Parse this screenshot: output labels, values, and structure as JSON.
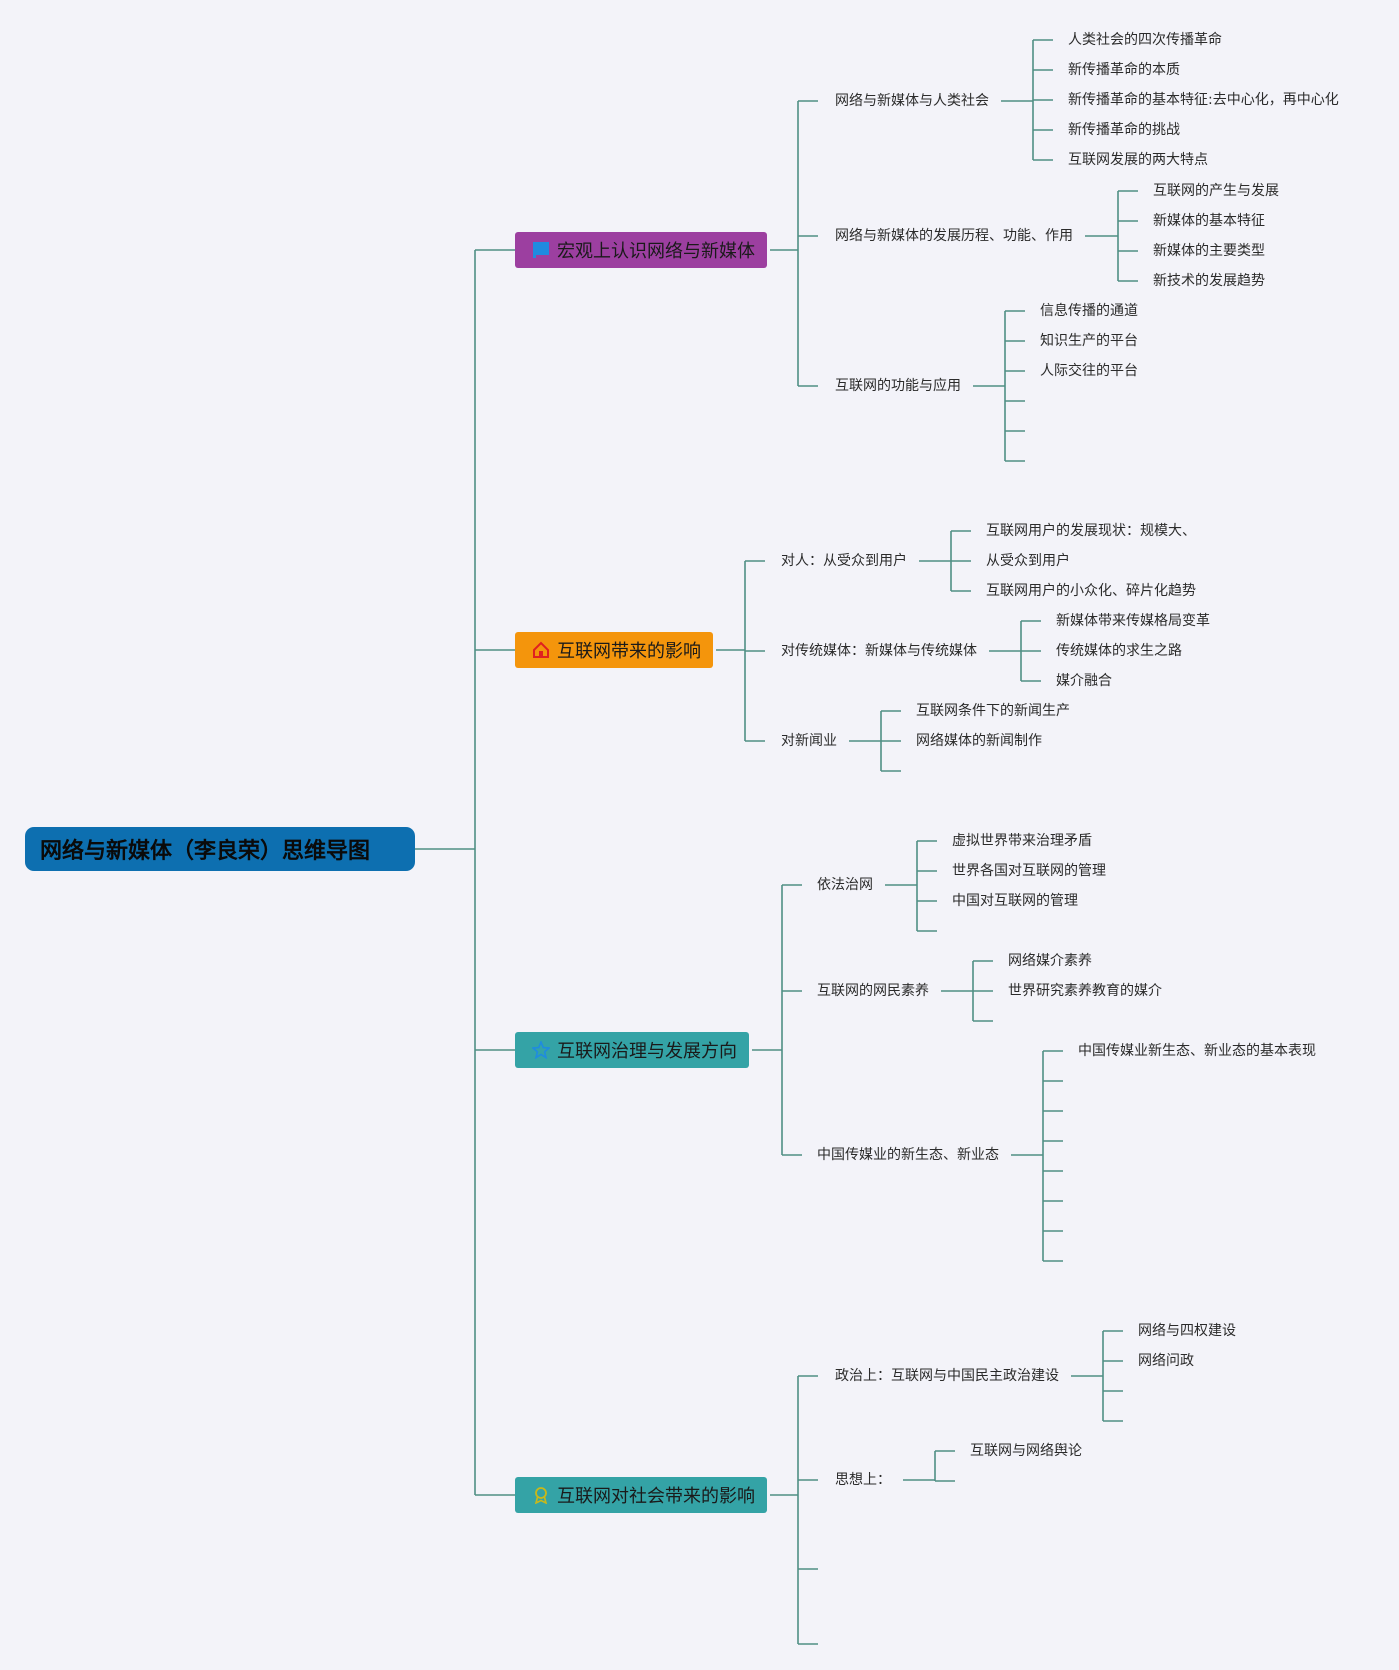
{
  "colors": {
    "line": "#4f8f84",
    "root": "#0d6fb0",
    "branch1": "#9c3fa0",
    "branch2": "#f4950c",
    "branch3": "#34a3a6",
    "branch4": "#34a3a6"
  },
  "root": {
    "label": "网络与新媒体（李良荣）思维导图"
  },
  "branches": [
    {
      "label": "宏观上认识网络与新媒体",
      "icon": "flag-icon",
      "subs": [
        {
          "label": "网络与新媒体与人类社会",
          "leaves": [
            "人类社会的四次传播革命",
            "新传播革命的本质",
            "新传播革命的基本特征:去中心化，再中心化",
            "新传播革命的挑战",
            "互联网发展的两大特点"
          ]
        },
        {
          "label": "网络与新媒体的发展历程、功能、作用",
          "leaves": [
            "互联网的产生与发展",
            "新媒体的基本特征",
            "新媒体的主要类型",
            "新技术的发展趋势"
          ]
        },
        {
          "label": "互联网的功能与应用",
          "leaves": [
            "信息传播的通道",
            "知识生产的平台",
            "人际交往的平台",
            "",
            "",
            ""
          ]
        }
      ]
    },
    {
      "label": "互联网带来的影响",
      "icon": "home-icon",
      "subs": [
        {
          "label": "对人：从受众到用户",
          "leaves": [
            "互联网用户的发展现状：规模大、",
            "从受众到用户",
            "互联网用户的小众化、碎片化趋势"
          ]
        },
        {
          "label": "对传统媒体：新媒体与传统媒体",
          "leaves": [
            "新媒体带来传媒格局变革",
            "传统媒体的求生之路",
            "媒介融合"
          ]
        },
        {
          "label": "对新闻业",
          "leaves": [
            "互联网条件下的新闻生产",
            "网络媒体的新闻制作",
            ""
          ]
        }
      ]
    },
    {
      "label": "互联网治理与发展方向",
      "icon": "star-icon",
      "subs": [
        {
          "label": "依法治网",
          "leaves": [
            "虚拟世界带来治理矛盾",
            "世界各国对互联网的管理",
            "中国对互联网的管理",
            ""
          ]
        },
        {
          "label": "互联网的网民素养",
          "leaves": [
            "网络媒介素养",
            "世界研究素养教育的媒介",
            ""
          ]
        },
        {
          "label": "中国传媒业的新生态、新业态",
          "leaves": [
            "中国传媒业新生态、新业态的基本表现",
            "",
            "",
            "",
            "",
            "",
            "",
            ""
          ]
        }
      ]
    },
    {
      "label": "互联网对社会带来的影响",
      "icon": "award-icon",
      "subs": [
        {
          "label": "政治上：互联网与中国民主政治建设",
          "leaves": [
            "网络与四权建设",
            "网络问政",
            "",
            ""
          ]
        },
        {
          "label": "思想上：",
          "leaves": [
            "互联网与网络舆论",
            ""
          ]
        },
        {
          "label": "",
          "leaves": []
        },
        {
          "label": "",
          "leaves": []
        }
      ]
    }
  ]
}
